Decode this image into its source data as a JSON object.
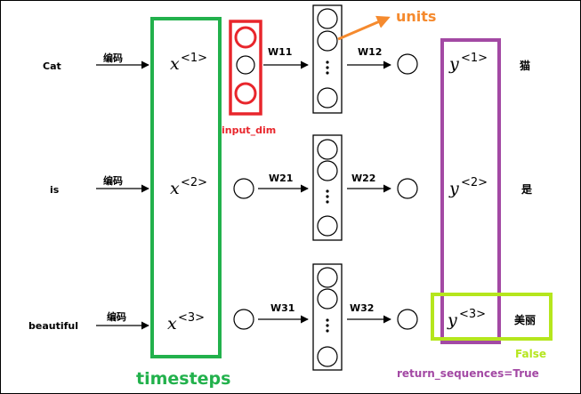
{
  "rows": [
    {
      "word": "Cat",
      "encode": "编码",
      "x": "x",
      "x_sup": "<1>",
      "w_in": "W11",
      "w_out": "W12",
      "y": "y",
      "y_sup": "<1>",
      "out_word": "猫"
    },
    {
      "word": "is",
      "encode": "编码",
      "x": "x",
      "x_sup": "<2>",
      "w_in": "W21",
      "w_out": "W22",
      "y": "y",
      "y_sup": "<2>",
      "out_word": "是"
    },
    {
      "word": "beautiful",
      "encode": "编码",
      "x": "x",
      "x_sup": "<3>",
      "w_in": "W31",
      "w_out": "W32",
      "y": "y",
      "y_sup": "<3>",
      "out_word": "美丽"
    }
  ],
  "labels": {
    "units": "units",
    "input_dim": "input_dim",
    "timesteps": "timesteps",
    "false": "False",
    "return_sequences": "return_sequences=True"
  },
  "colors": {
    "timesteps_box": "#22b14c",
    "input_dim_box": "#e8262c",
    "units_arrow": "#f58a2e",
    "return_seq_box": "#a349a4",
    "false_box": "#b5e61d"
  }
}
